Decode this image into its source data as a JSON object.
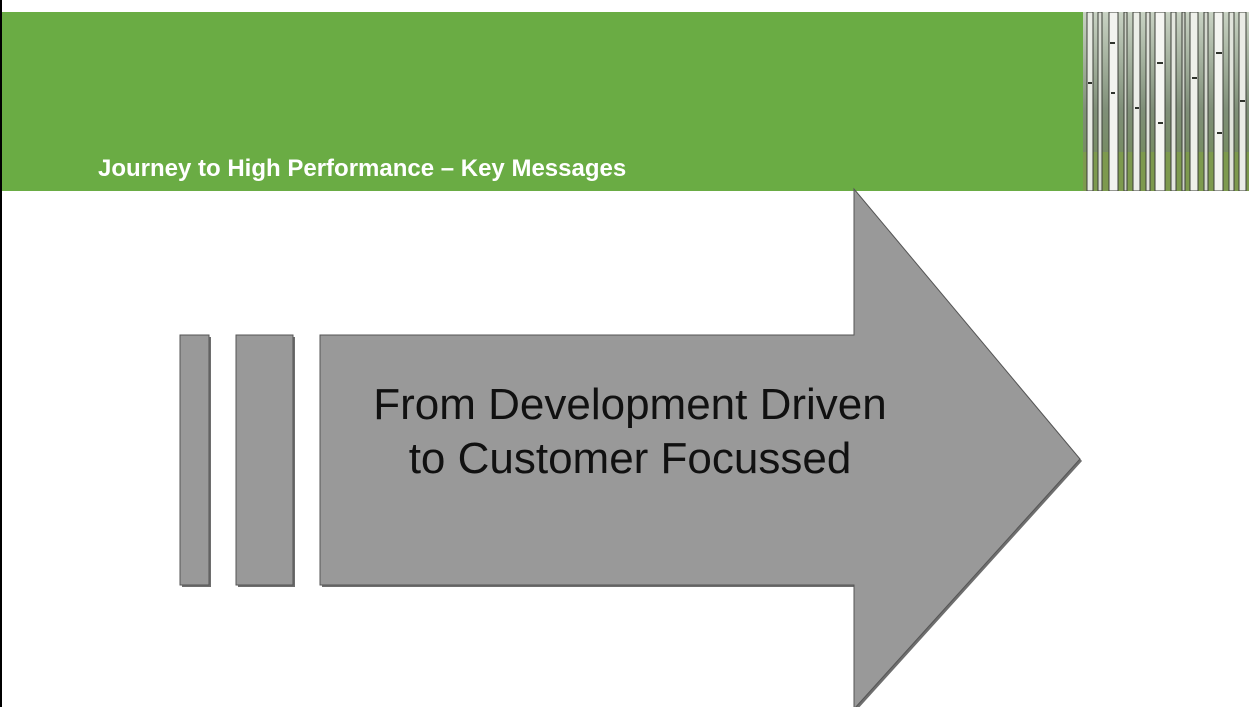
{
  "slide": {
    "title": "Journey to High Performance – Key Messages",
    "photo_icon": "birch-forest-photo",
    "arrow": {
      "line1": "From Development Driven",
      "line2": "to Customer Focussed"
    }
  },
  "colors": {
    "header_green": "#6aac44",
    "arrow_gray": "#999999",
    "arrow_outline": "#555555",
    "title_text": "#ffffff",
    "arrow_text": "#111111"
  }
}
